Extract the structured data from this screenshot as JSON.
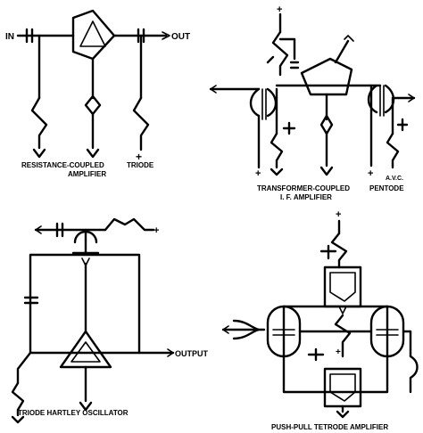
{
  "panels": {
    "resistance": {
      "in_label": "IN",
      "out_label": "OUT",
      "plus_label": "+",
      "caption_line1": "RESISTANCE-COUPLED",
      "caption_line2": "AMPLIFIER",
      "caption_triode": "TRIODE"
    },
    "transformer": {
      "plus_label": "+",
      "avc_label": "A.V.C.",
      "caption_line1": "TRANSFORMER-COUPLED",
      "caption_pentode": "PENTODE",
      "caption_line2": "I. F. AMPLIFIER"
    },
    "hartley": {
      "plus_label": "+",
      "output_label": "OUTPUT",
      "caption": "TRIODE  HARTLEY OSCILLATOR"
    },
    "pushpull": {
      "plus_label": "+",
      "caption": "PUSH-PULL TETRODE AMPLIFIER"
    }
  }
}
